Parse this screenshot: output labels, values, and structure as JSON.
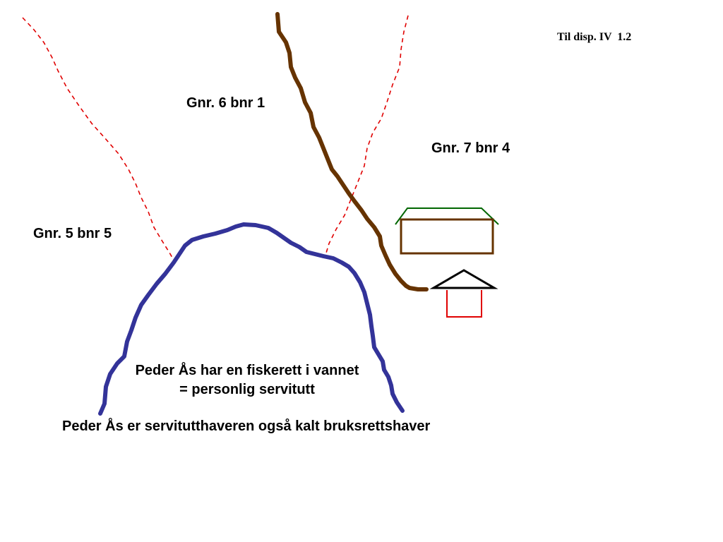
{
  "slide_ref": "Til disp. IV  1.2",
  "parcels": {
    "north": "Gnr. 6 bnr 1",
    "east": "Gnr. 7 bnr 4",
    "west": "Gnr. 5 bnr 5"
  },
  "lake_caption": {
    "line1": "Peder Ås har en fiskerett i vannet",
    "line2": "= personlig servitutt"
  },
  "bottom_caption": "Peder Ås  er servitutthaveren også kalt bruksrettshaver",
  "colors": {
    "lake_shore": "#333399",
    "river": "#663300",
    "property_boundary": "#e00000",
    "barn_roof": "#006600",
    "barn_wall": "#663300",
    "house_roof": "#000000",
    "house_wall": "#e00000"
  },
  "icons": [
    "lake-shoreline",
    "river",
    "property-boundary",
    "barn-icon",
    "house-icon"
  ]
}
